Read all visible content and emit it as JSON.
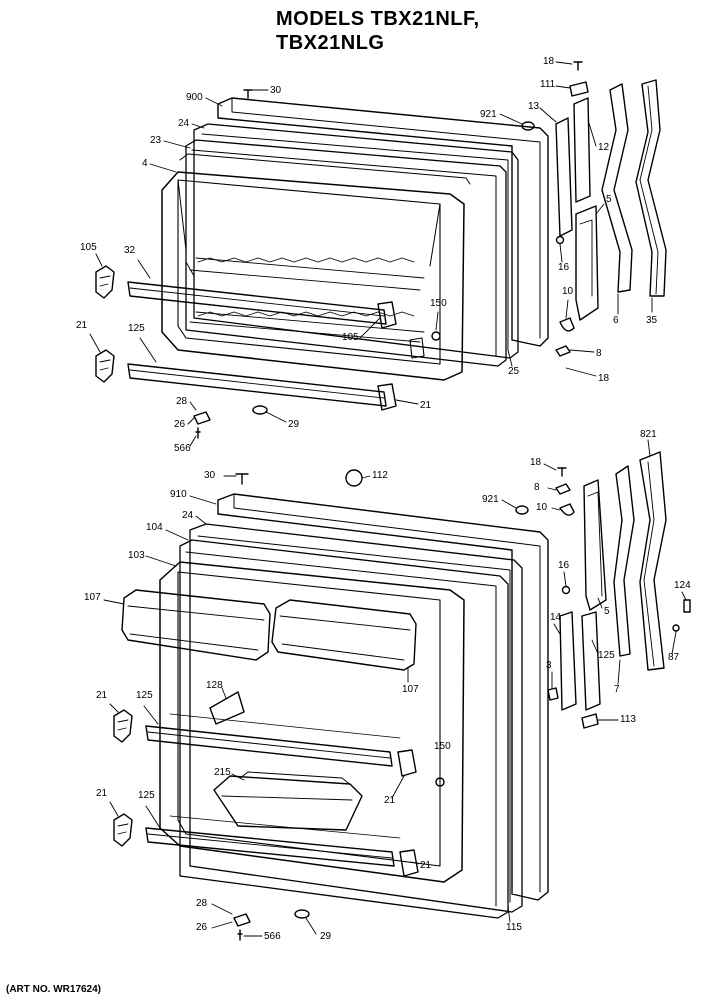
{
  "title": {
    "line1": "MODELS TBX21NLF,",
    "line2": "TBX21NLG"
  },
  "art_number": "(ART NO. WR17624)",
  "callouts": [
    {
      "label": "900"
    },
    {
      "label": "30"
    },
    {
      "label": "24"
    },
    {
      "label": "23"
    },
    {
      "label": "4"
    },
    {
      "label": "921"
    },
    {
      "label": "13"
    },
    {
      "label": "18"
    },
    {
      "label": "111"
    },
    {
      "label": "12"
    },
    {
      "label": "5"
    },
    {
      "label": "16"
    },
    {
      "label": "10"
    },
    {
      "label": "6"
    },
    {
      "label": "35"
    },
    {
      "label": "8"
    },
    {
      "label": "18"
    },
    {
      "label": "25"
    },
    {
      "label": "105"
    },
    {
      "label": "32"
    },
    {
      "label": "21"
    },
    {
      "label": "125"
    },
    {
      "label": "150"
    },
    {
      "label": "105"
    },
    {
      "label": "28"
    },
    {
      "label": "26"
    },
    {
      "label": "566"
    },
    {
      "label": "29"
    },
    {
      "label": "21"
    },
    {
      "label": "30"
    },
    {
      "label": "112"
    },
    {
      "label": "910"
    },
    {
      "label": "24"
    },
    {
      "label": "104"
    },
    {
      "label": "103"
    },
    {
      "label": "107"
    },
    {
      "label": "921"
    },
    {
      "label": "18"
    },
    {
      "label": "8"
    },
    {
      "label": "10"
    },
    {
      "label": "821"
    },
    {
      "label": "16"
    },
    {
      "label": "124"
    },
    {
      "label": "14"
    },
    {
      "label": "125"
    },
    {
      "label": "5"
    },
    {
      "label": "3"
    },
    {
      "label": "7"
    },
    {
      "label": "87"
    },
    {
      "label": "113"
    },
    {
      "label": "128"
    },
    {
      "label": "107"
    },
    {
      "label": "21"
    },
    {
      "label": "125"
    },
    {
      "label": "150"
    },
    {
      "label": "215"
    },
    {
      "label": "21"
    },
    {
      "label": "21"
    },
    {
      "label": "125"
    },
    {
      "label": "21"
    },
    {
      "label": "28"
    },
    {
      "label": "26"
    },
    {
      "label": "566"
    },
    {
      "label": "29"
    },
    {
      "label": "115"
    }
  ]
}
